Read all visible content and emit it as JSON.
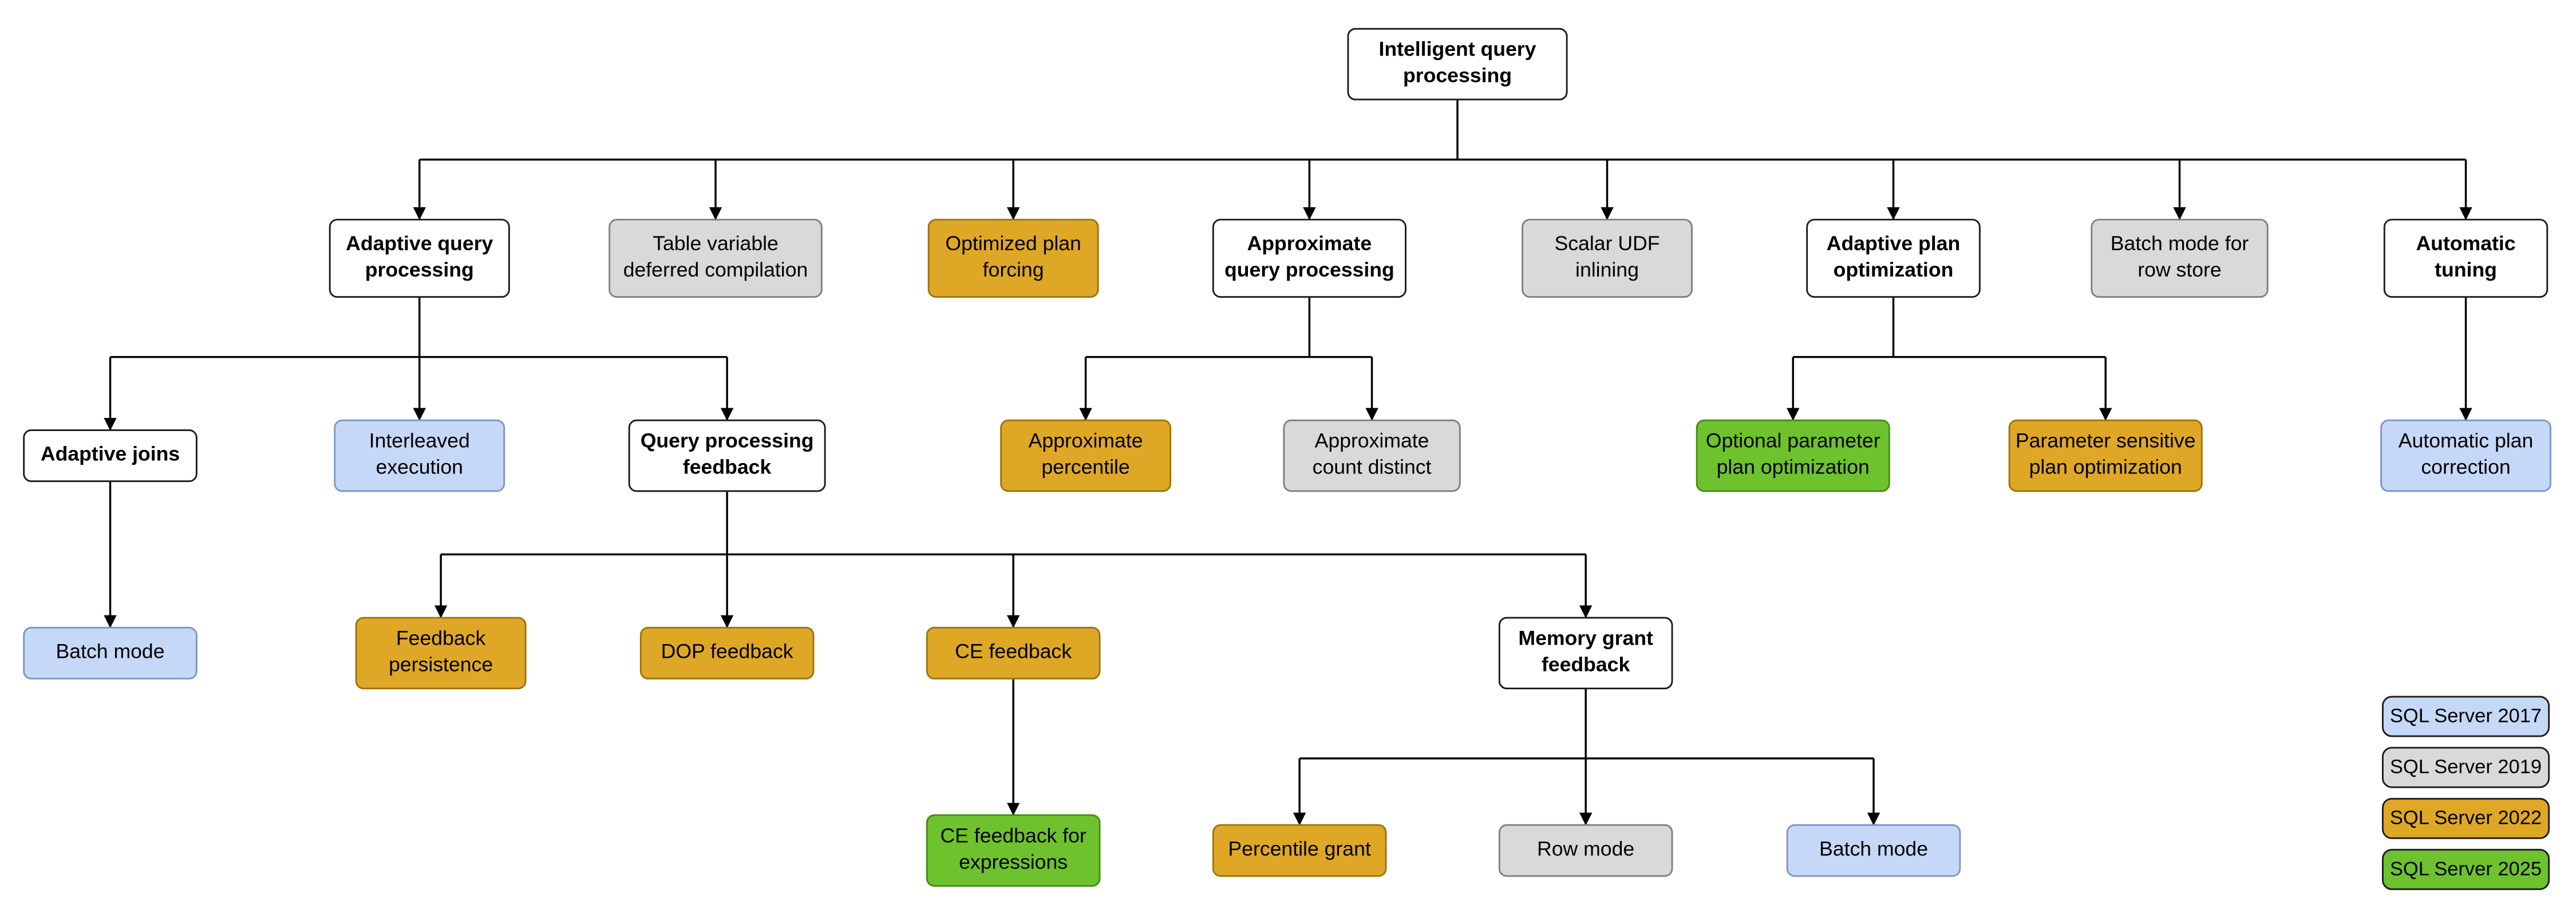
{
  "nodes": {
    "intelligent_query_processing": {
      "label": "Intelligent query\nprocessing"
    },
    "adaptive_query_processing": {
      "label": "Adaptive query\nprocessing"
    },
    "table_variable_deferred_compilation": {
      "label": "Table variable\ndeferred compilation",
      "version": "SQL Server 2019"
    },
    "optimized_plan_forcing": {
      "label": "Optimized plan\nforcing",
      "version": "SQL Server 2022"
    },
    "approximate_query_processing": {
      "label": "Approximate\nquery processing"
    },
    "scalar_udf_inlining": {
      "label": "Scalar UDF\ninlining",
      "version": "SQL Server 2019"
    },
    "adaptive_plan_optimization": {
      "label": "Adaptive plan\noptimization"
    },
    "batch_mode_for_row_store": {
      "label": "Batch mode for\nrow store",
      "version": "SQL Server 2019"
    },
    "automatic_tuning": {
      "label": "Automatic\ntuning"
    },
    "adaptive_joins": {
      "label": "Adaptive joins"
    },
    "interleaved_execution": {
      "label": "Interleaved\nexecution",
      "version": "SQL Server 2017"
    },
    "query_processing_feedback": {
      "label": "Query processing\nfeedback"
    },
    "approximate_percentile": {
      "label": "Approximate\npercentile",
      "version": "SQL Server 2022"
    },
    "approximate_count_distinct": {
      "label": "Approximate\ncount distinct",
      "version": "SQL Server 2019"
    },
    "optional_parameter_plan_optimization": {
      "label": "Optional parameter\nplan optimization",
      "version": "SQL Server 2025"
    },
    "parameter_sensitive_plan_optimization": {
      "label": "Parameter sensitive\nplan optimization",
      "version": "SQL Server 2022"
    },
    "automatic_plan_correction": {
      "label": "Automatic plan\ncorrection",
      "version": "SQL Server 2017"
    },
    "adaptive_joins_batch_mode": {
      "label": "Batch mode",
      "version": "SQL Server 2017"
    },
    "feedback_persistence": {
      "label": "Feedback\npersistence",
      "version": "SQL Server 2022"
    },
    "dop_feedback": {
      "label": "DOP feedback",
      "version": "SQL Server 2022"
    },
    "ce_feedback": {
      "label": "CE feedback",
      "version": "SQL Server 2022"
    },
    "memory_grant_feedback": {
      "label": "Memory grant\nfeedback"
    },
    "ce_feedback_for_expressions": {
      "label": "CE feedback for\nexpressions",
      "version": "SQL Server 2025"
    },
    "percentile_grant": {
      "label": "Percentile grant",
      "version": "SQL Server 2022"
    },
    "row_mode": {
      "label": "Row mode",
      "version": "SQL Server 2019"
    },
    "memory_grant_batch_mode": {
      "label": "Batch mode",
      "version": "SQL Server 2017"
    }
  },
  "legend": [
    {
      "label": "SQL Server 2017",
      "color": "#c6d8f7"
    },
    {
      "label": "SQL Server 2019",
      "color": "#d9d9d9"
    },
    {
      "label": "SQL Server 2022",
      "color": "#dfa726"
    },
    {
      "label": "SQL Server 2025",
      "color": "#6dc22e"
    }
  ],
  "colors": {
    "node_white": "#ffffff",
    "connector": "#000000"
  }
}
